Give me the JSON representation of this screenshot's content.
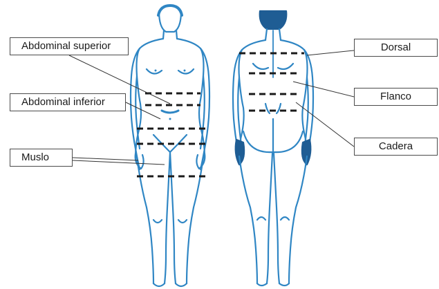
{
  "labels": {
    "abdominal_superior": "Abdominal superior",
    "abdominal_inferior": "Abdominal inferior",
    "muslo": "Muslo",
    "dorsal": "Dorsal",
    "flanco": "Flanco",
    "cadera": "Cadera"
  },
  "colors": {
    "outline": "#2f86c4",
    "dark_fill": "#1f5d94",
    "measure_line": "#1a1a1a",
    "leader_line": "#333333",
    "box_border": "#4a4a4a"
  }
}
